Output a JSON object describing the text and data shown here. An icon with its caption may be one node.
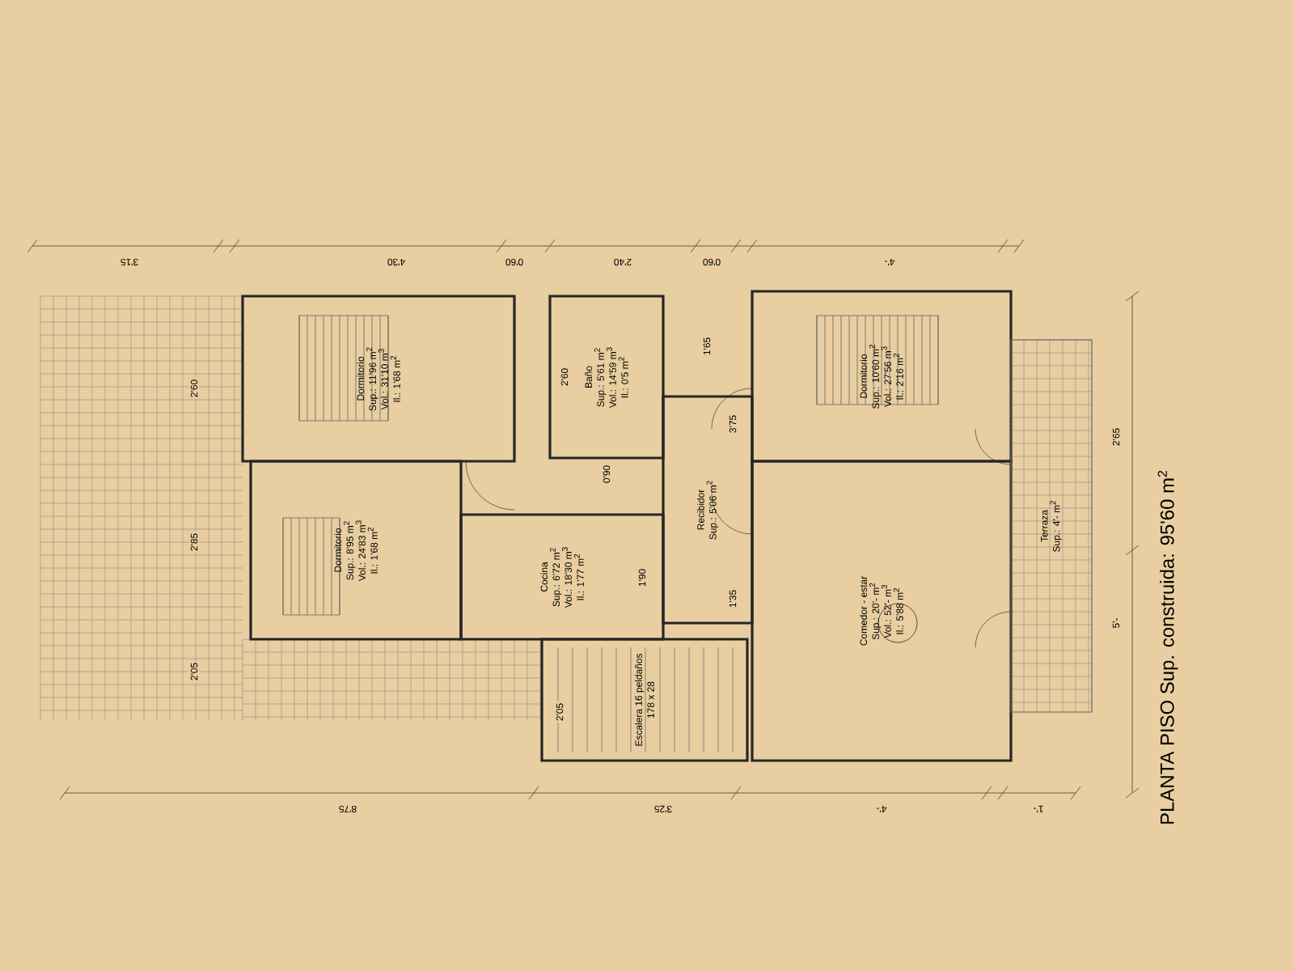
{
  "diagram": {
    "title": "PLANTA PISO Sup. construida: 95'60 m$^{2}$",
    "nodes": [
      {
        "text": [
          "Dormitorio",
          "Sup.: 11'96 m$^{2}$",
          "Vol.: 31'10 m$^{3}$",
          "Il.: 1'68 m$^{2}$"
        ]
      },
      {
        "text": [
          "Dormitorio",
          "Sup.: 8'95 m$^{2}$",
          "Vol.: 24'83 m$^{3}$",
          "Il.: 1'68 m$^{2}$"
        ]
      },
      {
        "text": [
          "Baño",
          "Sup.: 5'61 m$^{2}$",
          "Vol.: 14'59 m$^{3}$",
          "Il.: 0'5 m$^{2}$"
        ]
      },
      {
        "text": [
          "Cocina",
          "Sup.: 6'72 m$^{2}$",
          "Vol.: 18'30 m$^{3}$",
          "Il.: 1'77 m$^{2}$"
        ]
      },
      {
        "text": [
          "Recibidor",
          "Sup.: 5'06 m$^{2}$"
        ]
      },
      {
        "text": [
          "Escalera 16 peldaños",
          "178 x 28"
        ]
      },
      {
        "text": [
          "Dormitorio",
          "Sup.: 10'60 m$^{2}$",
          "Vol.: 27'56 m$^{3}$",
          "Il.: 2'16 m$^{2}$"
        ]
      },
      {
        "text": [
          "Comedor - estar",
          "Sup.: 20'- m$^{2}$",
          "Vol.: 52'- m$^{3}$",
          "Il.: 5'88 m$^{2}$"
        ]
      },
      {
        "text": [
          "Terraza",
          "Sup.: 4'- m$^{2}$"
        ]
      }
    ],
    "labels": [
      "3'15",
      "4'30",
      "0'60",
      "2'40",
      "0'60",
      "4'-",
      "2'60",
      "2'85",
      "2'05",
      "2'60",
      "0'90",
      "1'65",
      "3'75",
      "1'35",
      "1'90",
      "2'05",
      "8'75",
      "3'25",
      "4'-",
      "1'-",
      "2'65",
      "5'-"
    ]
  }
}
